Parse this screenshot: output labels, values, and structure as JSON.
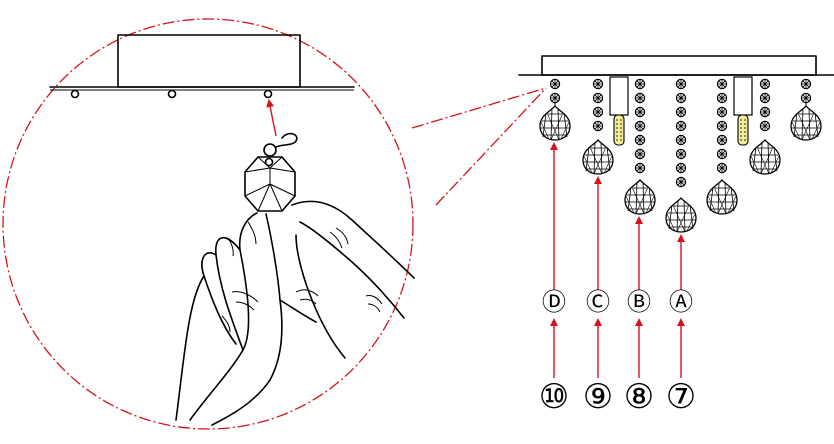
{
  "step_numbers": [
    "⑩",
    "⑨",
    "⑧",
    "⑦"
  ],
  "strand_letters": [
    "Ⓓ",
    "Ⓒ",
    "Ⓑ",
    "Ⓐ"
  ],
  "colors": {
    "line": "#000000",
    "arrow": "#d4141c",
    "bulb": "#f1eb9a"
  }
}
